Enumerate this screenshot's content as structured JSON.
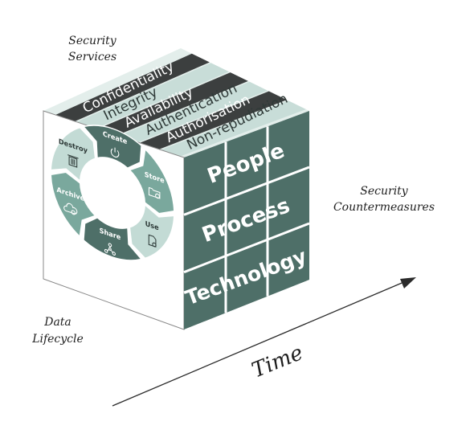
{
  "labels": {
    "security_services_line1": "Security",
    "security_services_line2": "Services",
    "security_countermeasures_line1": "Security",
    "security_countermeasures_line2": "Countermeasures",
    "data_lifecycle_line1": "Data",
    "data_lifecycle_line2": "Lifecycle",
    "time": "Time"
  },
  "security_services": [
    "Confidentiality",
    "Integrity",
    "Availability",
    "Authentication",
    "Authorisation",
    "Non-repudiation"
  ],
  "countermeasures": [
    "People",
    "Process",
    "Technology"
  ],
  "lifecycle": [
    {
      "label": "Create",
      "icon": "power-icon",
      "tone": "dark"
    },
    {
      "label": "Store",
      "icon": "folder-icon",
      "tone": "mid"
    },
    {
      "label": "Use",
      "icon": "document-icon",
      "tone": "light"
    },
    {
      "label": "Share",
      "icon": "share-icon",
      "tone": "dark"
    },
    {
      "label": "Archive",
      "icon": "cloud-upload-icon",
      "tone": "mid"
    },
    {
      "label": "Destroy",
      "icon": "trash-icon",
      "tone": "light"
    }
  ],
  "colors": {
    "dark_green": "#4e6f68",
    "mid_green": "#7aa89d",
    "light_green": "#c3dbd5",
    "strip_dark": "#3c3f3f",
    "strip_light": "#c8ddd8",
    "grid_line": "#ffffff",
    "arrow": "#2b2b2b"
  }
}
